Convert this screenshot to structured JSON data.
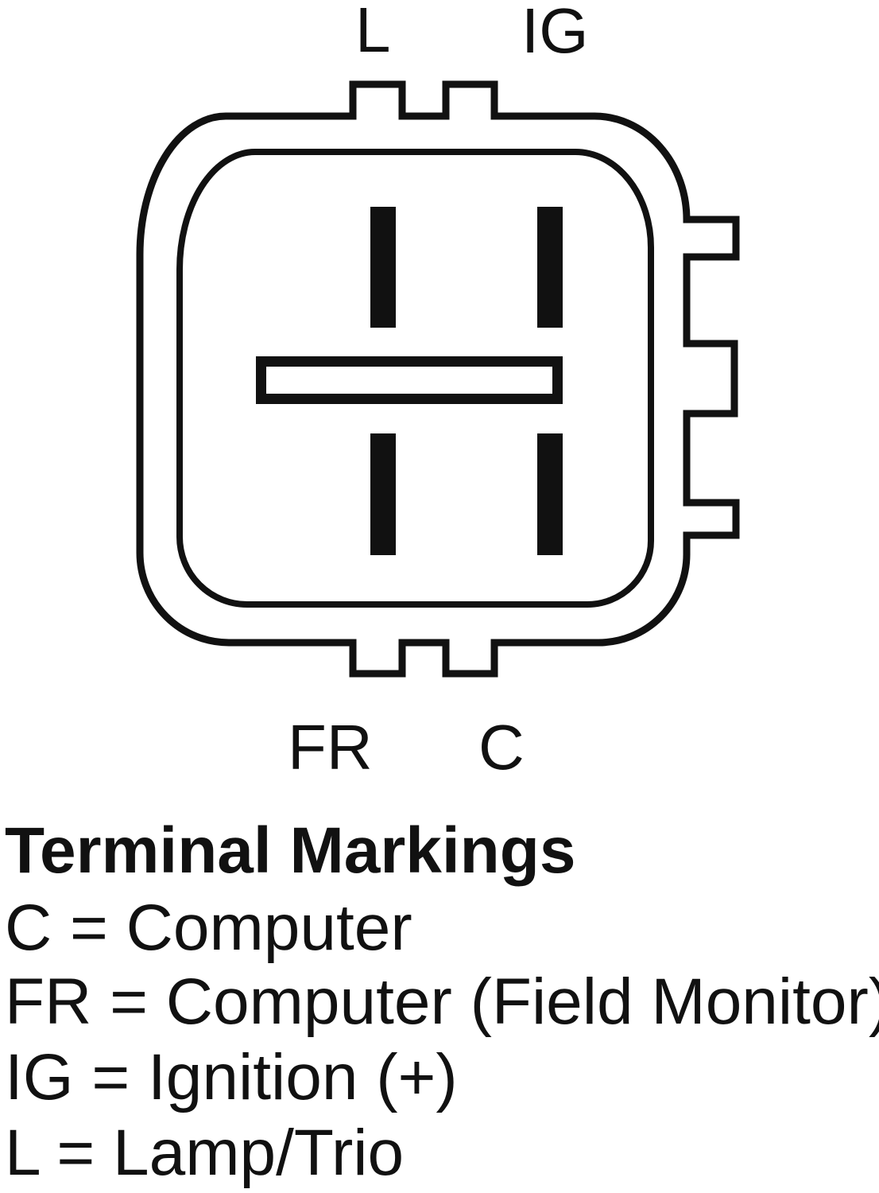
{
  "diagram": {
    "description": "Alternator regulator plug connector, rear view, with four terminals",
    "terminals": {
      "top_left": "L",
      "top_right": "IG",
      "bottom_left": "FR",
      "bottom_right": "C"
    }
  },
  "legend": {
    "title": "Terminal Markings",
    "items": [
      {
        "text": "C = Computer"
      },
      {
        "text": "FR = Computer (Field Monitor)"
      },
      {
        "text": "IG = Ignition (+)"
      },
      {
        "text": "L = Lamp/Trio"
      }
    ]
  },
  "colors": {
    "line": "#111111",
    "background": "#ffffff"
  }
}
